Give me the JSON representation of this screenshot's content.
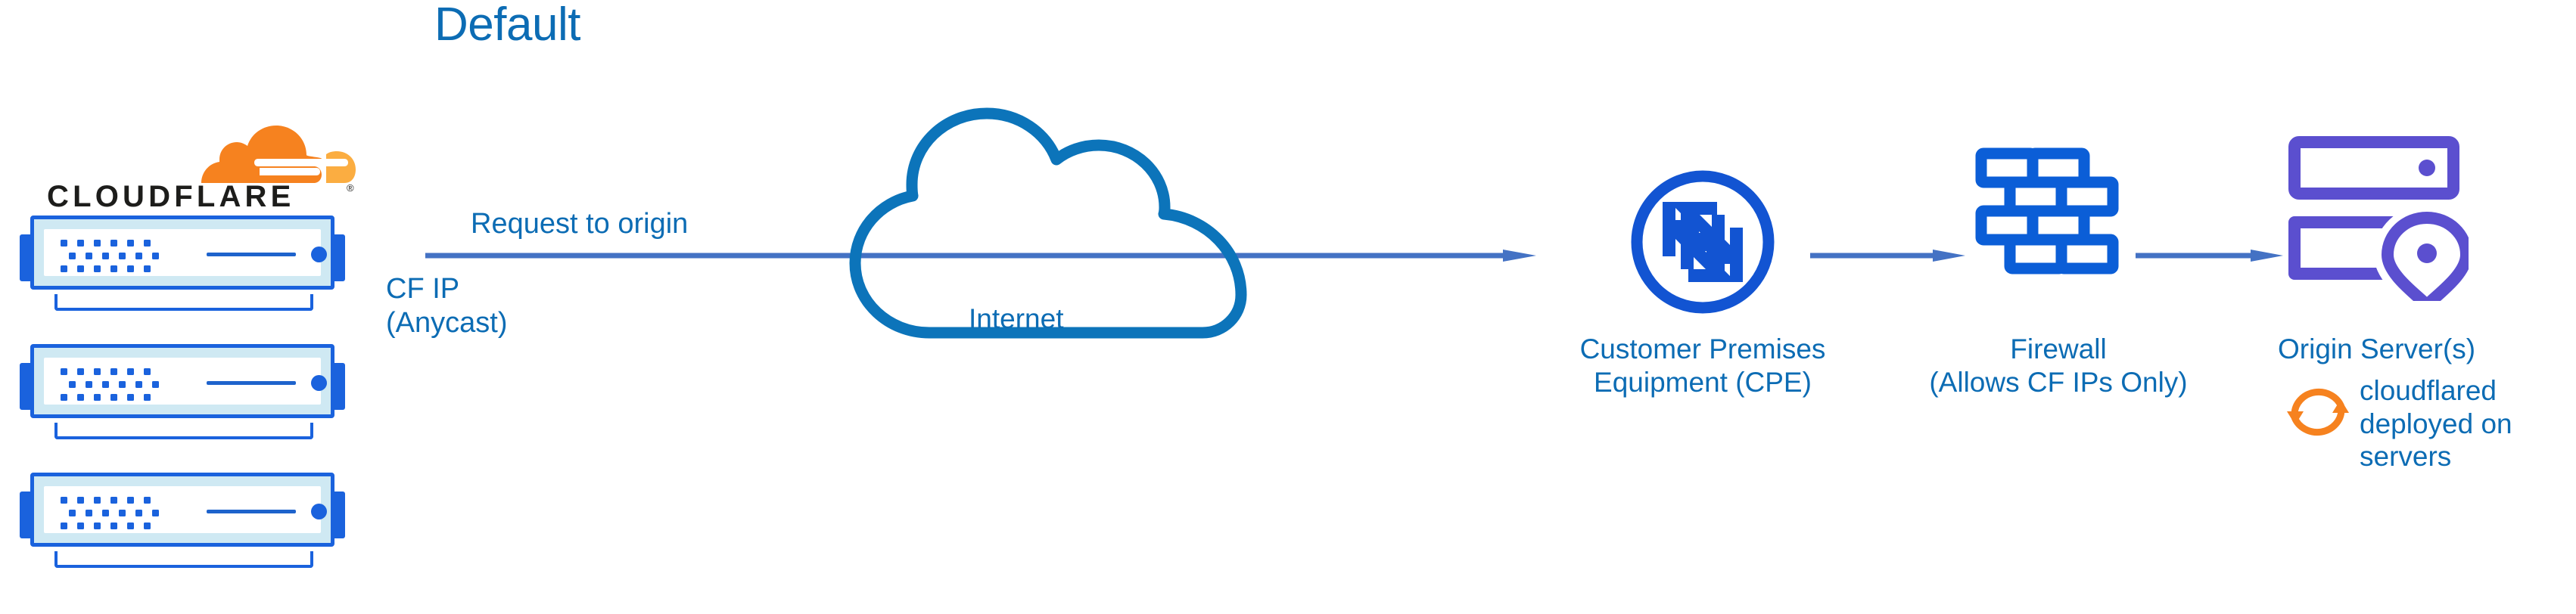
{
  "diagram": {
    "title": "Default",
    "type": "network-architecture",
    "colors": {
      "label_blue": "#0c6cb4",
      "cloud_blue": "#0c74ba",
      "icon_blue": "#1a62dd",
      "connector_blue": "#4472c4",
      "origin_purple": "#5b4fcf",
      "cloudflare_orange": "#f6821f",
      "cloudflare_orange_light": "#fbad41",
      "wordmark_black": "#1d1d1b"
    }
  },
  "cloudflare_edge": {
    "logo_name": "cloudflare-logo",
    "wordmark": "CLOUDFLARE",
    "registered_mark": "®",
    "device_count": 3,
    "device_name": "cloudflare-edge-server"
  },
  "flow": {
    "request_label": "Request to origin",
    "cf_ip_line1": "CF IP",
    "cf_ip_line2": "(Anycast)"
  },
  "internet": {
    "label": "Internet",
    "icon_name": "cloud-icon"
  },
  "cpe": {
    "label_line1": "Customer Premises",
    "label_line2": "Equipment (CPE)",
    "icon_name": "router-icon"
  },
  "firewall": {
    "label_line1": "Firewall",
    "label_line2": "(Allows CF IPs Only)",
    "icon_name": "brick-wall-icon"
  },
  "origin": {
    "label": "Origin Server(s)",
    "icon_name": "server-rack-location-icon",
    "cloudflared_icon_name": "sync-arrows-icon",
    "cloudflared_line1": "cloudflared",
    "cloudflared_line2": "deployed on",
    "cloudflared_line3": "servers"
  }
}
